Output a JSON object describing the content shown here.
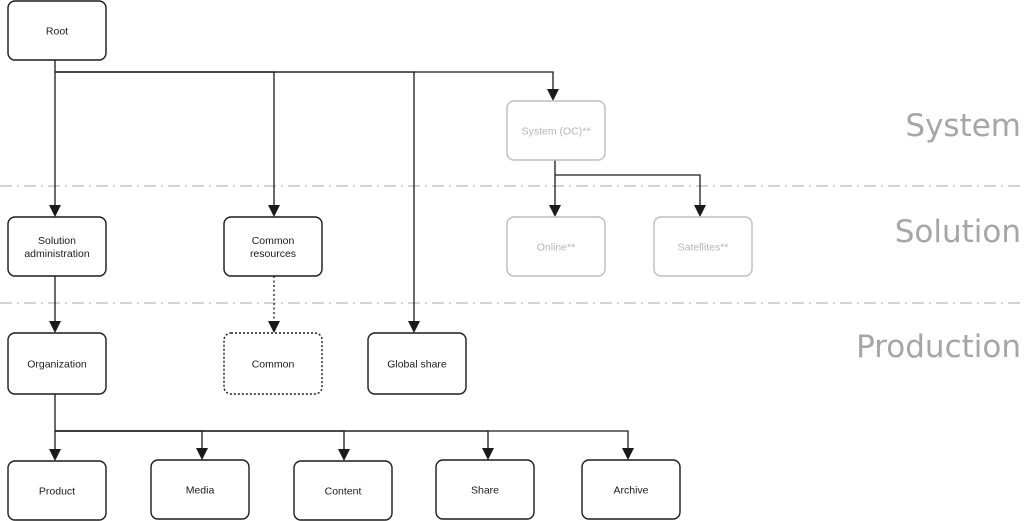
{
  "layers": [
    {
      "label": "System"
    },
    {
      "label": "Solution"
    },
    {
      "label": "Production"
    }
  ],
  "nodes": {
    "root": {
      "lines": [
        "Root"
      ]
    },
    "system_oc": {
      "lines": [
        "System (OC)**"
      ],
      "muted": true
    },
    "solution_admin": {
      "lines": [
        "Solution",
        "administration"
      ]
    },
    "common_resources": {
      "lines": [
        "Common",
        "resources"
      ]
    },
    "online": {
      "lines": [
        "Online**"
      ],
      "muted": true
    },
    "satellites": {
      "lines": [
        "Satellites**"
      ],
      "muted": true
    },
    "organization": {
      "lines": [
        "Organization"
      ]
    },
    "common": {
      "lines": [
        "Common"
      ],
      "dotted": true
    },
    "global_share": {
      "lines": [
        "Global share"
      ]
    },
    "product": {
      "lines": [
        "Product"
      ]
    },
    "media": {
      "lines": [
        "Media"
      ]
    },
    "content": {
      "lines": [
        "Content"
      ]
    },
    "share": {
      "lines": [
        "Share"
      ]
    },
    "archive": {
      "lines": [
        "Archive"
      ]
    }
  },
  "edges": [
    {
      "from": "root",
      "to": "solution_admin"
    },
    {
      "from": "root",
      "to": "common_resources"
    },
    {
      "from": "root",
      "to": "global_share"
    },
    {
      "from": "root",
      "to": "system_oc"
    },
    {
      "from": "system_oc",
      "to": "online"
    },
    {
      "from": "system_oc",
      "to": "satellites"
    },
    {
      "from": "solution_admin",
      "to": "organization"
    },
    {
      "from": "common_resources",
      "to": "common",
      "style": "dotted"
    },
    {
      "from": "organization",
      "to": "product"
    },
    {
      "from": "organization",
      "to": "media"
    },
    {
      "from": "organization",
      "to": "content"
    },
    {
      "from": "organization",
      "to": "share"
    },
    {
      "from": "organization",
      "to": "archive"
    }
  ]
}
